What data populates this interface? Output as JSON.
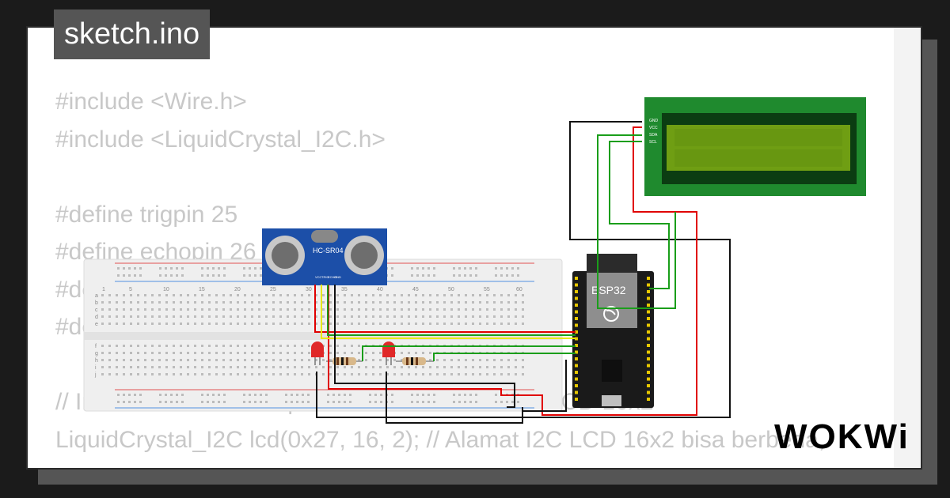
{
  "editor": {
    "tab_label": "sketch.ino",
    "code_lines": [
      "#include <Wire.h>",
      "#include <LiquidCrystal_I2C.h>",
      "",
      "#define trigpin 25",
      "#define echopin 26",
      "#define led1 ",
      "#define led2 ",
      "",
      "// Inisialisasi LCD I2C pada alamat 0x27 untuk LCD 16x2",
      "LiquidCrystal_I2C lcd(0x27, 16, 2); // Alamat I2C LCD 16x2 bisa berbeda,"
    ]
  },
  "diagram": {
    "sensor_label": "HC-SR04",
    "sensor_pins": [
      "VCC",
      "TRIG",
      "ECHO",
      "GND"
    ],
    "board_label": "ESP32",
    "lcd_pins": [
      "GND",
      "VCC",
      "SDA",
      "SCL"
    ],
    "breadboard_numbers": [
      "1",
      "5",
      "10",
      "15",
      "20",
      "25",
      "30",
      "35",
      "40",
      "45",
      "50",
      "55",
      "60"
    ],
    "breadboard_rows_top": [
      "a",
      "b",
      "c",
      "d",
      "e"
    ],
    "breadboard_rows_bottom": [
      "f",
      "g",
      "h",
      "i",
      "j"
    ],
    "colors": {
      "wire_red": "#e00000",
      "wire_black": "#111111",
      "wire_green": "#1a9e1a",
      "wire_yellow": "#e8e800",
      "lcd_board": "#1f8a2e",
      "lcd_screen": "#6f9e13",
      "sensor_blue": "#1c4fa8",
      "led_red": "#e02828"
    }
  },
  "brand": {
    "logo_text": "WOKWi"
  }
}
